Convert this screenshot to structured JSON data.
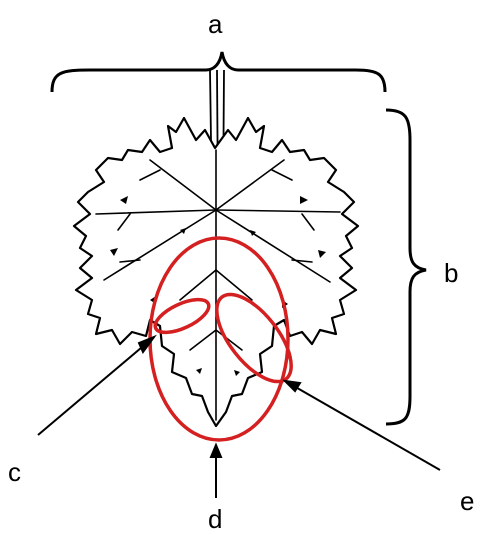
{
  "labels": {
    "a": "a",
    "b": "b",
    "c": "c",
    "d": "d",
    "e": "e"
  },
  "colors": {
    "ink": "#000000",
    "highlight": "#d42020",
    "background": "#ffffff"
  },
  "figure": {
    "subject": "palmately-lobed-leaf-icon"
  }
}
